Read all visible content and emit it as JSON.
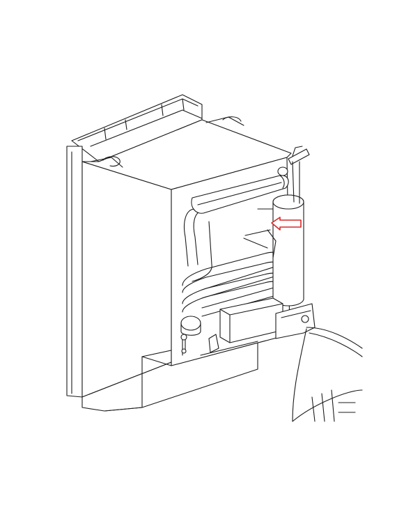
{
  "diagram": {
    "components": [
      {
        "id": "fridge-cabinet"
      },
      {
        "id": "absorber-tank"
      },
      {
        "id": "boiler-housing"
      },
      {
        "id": "condenser-fins"
      },
      {
        "id": "coil-pipes"
      },
      {
        "id": "burner-assembly"
      },
      {
        "id": "flue-duct"
      }
    ],
    "pointer": {
      "target": "boiler-housing",
      "color": "#d62828",
      "direction": "left"
    }
  }
}
